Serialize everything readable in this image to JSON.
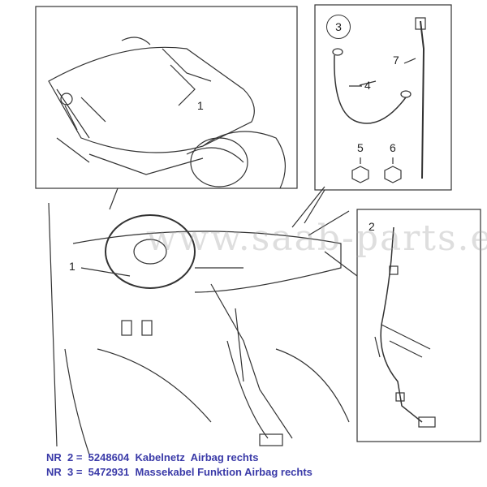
{
  "diagram": {
    "callouts": {
      "inset_engine": "1",
      "inset_kit": "3",
      "ground_cable": "4",
      "nut_a": "5",
      "nut_b": "6",
      "cable_tie": "7",
      "inset_harness": "2",
      "dashboard": "1"
    },
    "watermark": "www.saab-parts.eu",
    "captions": [
      "NR  2 =  5248604  Kabelnetz  Airbag rechts",
      "NR  3 =  5472931  Massekabel Funktion Airbag rechts"
    ],
    "colors": {
      "caption": "#3a3aa8",
      "line": "#333333"
    }
  }
}
